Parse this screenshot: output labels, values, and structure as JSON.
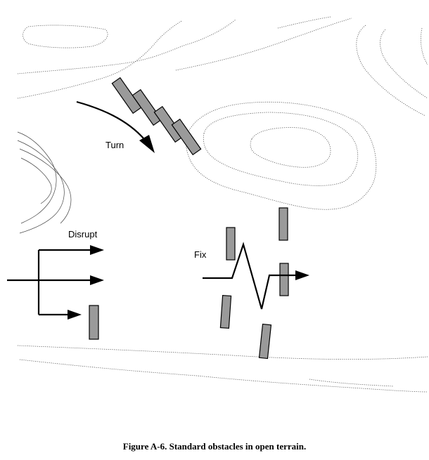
{
  "labels": {
    "turn": "Turn",
    "disrupt": "Disrupt",
    "fix": "Fix"
  },
  "caption": "Figure A-6. Standard obstacles in open terrain.",
  "colors": {
    "obstacle_fill": "#9a9a9a",
    "line": "#000000",
    "contour": "#555555"
  }
}
